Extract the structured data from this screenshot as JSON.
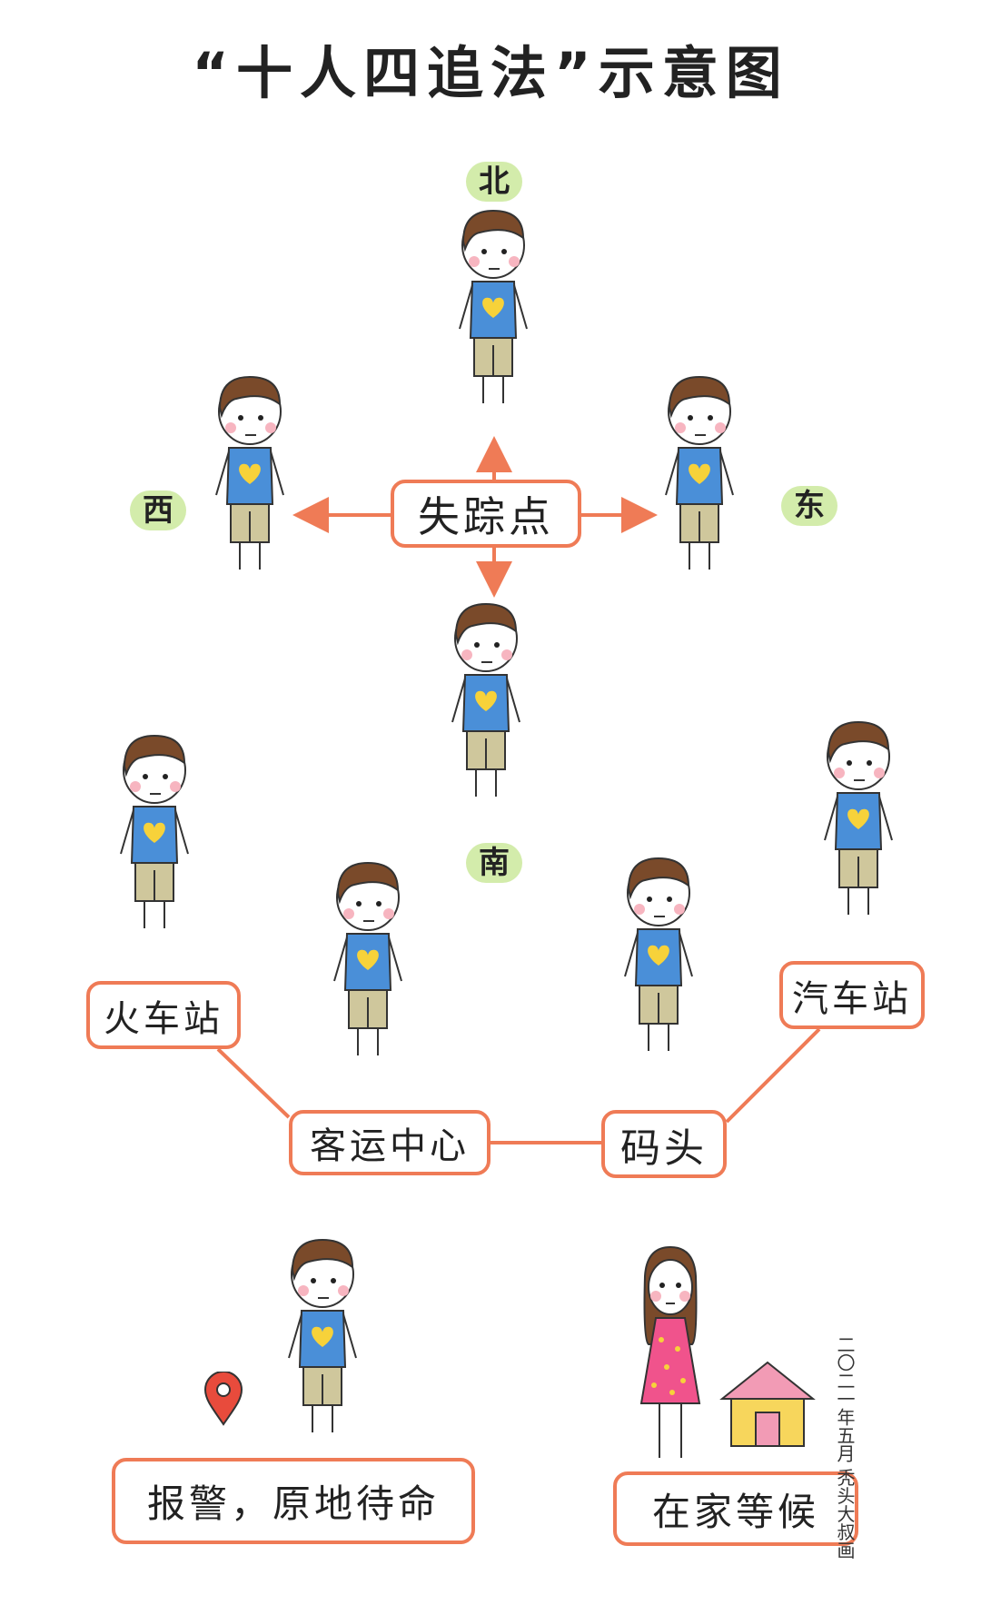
{
  "title": "“十人四追法”示意图",
  "directions": {
    "north": "北",
    "west": "西",
    "east": "东",
    "south": "南"
  },
  "center_label": "失踪点",
  "locations": {
    "train_station": "火车站",
    "bus_station": "汽车站",
    "passenger_center": "客运中心",
    "wharf": "码头"
  },
  "actions": {
    "report": "报警，原地待命",
    "wait_home": "在家等候"
  },
  "signature": "二〇二一年五月 秃头大叔画",
  "colors": {
    "accent": "#ef7b56",
    "direction_badge": "#d3ecab",
    "shirt": "#4a8fd8",
    "heart": "#f7d23a",
    "shorts": "#cfc79c",
    "hair": "#7a4a2a",
    "dress": "#f0538c",
    "house_roof": "#f29bb5",
    "house_wall": "#f7d65c"
  }
}
